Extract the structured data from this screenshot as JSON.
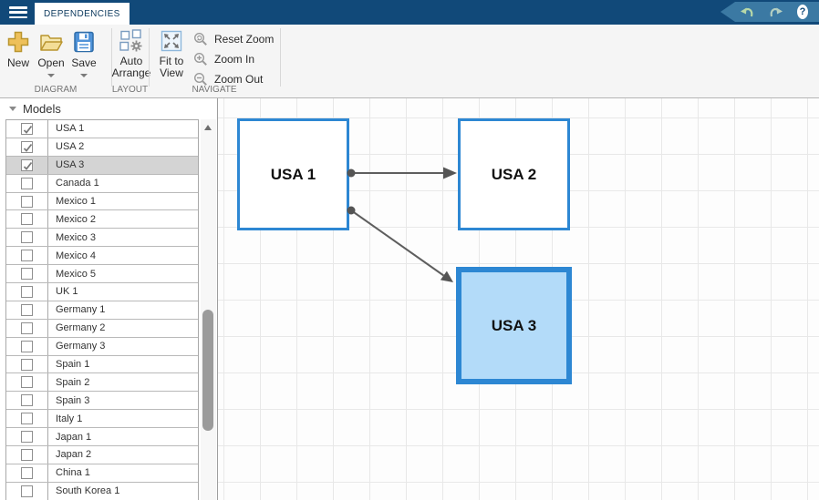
{
  "window": {
    "tab_label": "DEPENDENCIES"
  },
  "quick_access": {
    "undo_icon": "undo-icon",
    "redo_icon": "redo-icon",
    "help_label": "?"
  },
  "toolbar": {
    "sections": [
      {
        "label": "DIAGRAM"
      },
      {
        "label": "LAYOUT"
      },
      {
        "label": "NAVIGATE"
      }
    ],
    "buttons": {
      "new": "New",
      "open": "Open",
      "save": "Save",
      "auto_arrange": "Auto Arrange",
      "fit_to_view": "Fit to View",
      "reset_zoom": "Reset Zoom",
      "zoom_in": "Zoom In",
      "zoom_out": "Zoom Out"
    }
  },
  "sidebar": {
    "title": "Models",
    "items": [
      {
        "label": "USA 1",
        "checked": true,
        "selected": false
      },
      {
        "label": "USA 2",
        "checked": true,
        "selected": false
      },
      {
        "label": "USA 3",
        "checked": true,
        "selected": true
      },
      {
        "label": "Canada 1",
        "checked": false,
        "selected": false
      },
      {
        "label": "Mexico 1",
        "checked": false,
        "selected": false
      },
      {
        "label": "Mexico 2",
        "checked": false,
        "selected": false
      },
      {
        "label": "Mexico 3",
        "checked": false,
        "selected": false
      },
      {
        "label": "Mexico 4",
        "checked": false,
        "selected": false
      },
      {
        "label": "Mexico 5",
        "checked": false,
        "selected": false
      },
      {
        "label": "UK 1",
        "checked": false,
        "selected": false
      },
      {
        "label": "Germany 1",
        "checked": false,
        "selected": false
      },
      {
        "label": "Germany 2",
        "checked": false,
        "selected": false
      },
      {
        "label": "Germany 3",
        "checked": false,
        "selected": false
      },
      {
        "label": "Spain 1",
        "checked": false,
        "selected": false
      },
      {
        "label": "Spain 2",
        "checked": false,
        "selected": false
      },
      {
        "label": "Spain 3",
        "checked": false,
        "selected": false
      },
      {
        "label": "Italy 1",
        "checked": false,
        "selected": false
      },
      {
        "label": "Japan 1",
        "checked": false,
        "selected": false
      },
      {
        "label": "Japan 2",
        "checked": false,
        "selected": false
      },
      {
        "label": "China 1",
        "checked": false,
        "selected": false
      },
      {
        "label": "South Korea 1",
        "checked": false,
        "selected": false
      }
    ]
  },
  "canvas": {
    "nodes": [
      {
        "label": "USA 1",
        "selected": false
      },
      {
        "label": "USA 2",
        "selected": false
      },
      {
        "label": "USA 3",
        "selected": true
      }
    ],
    "edges": [
      {
        "from": "USA 1",
        "to": "USA 2"
      },
      {
        "from": "USA 1",
        "to": "USA 3"
      }
    ]
  },
  "colors": {
    "topbar": "#114979",
    "banner": "#3b79a3",
    "accent_blue": "#2d87d3",
    "node_selected_fill": "#b3dbf9",
    "edge": "#5e5e5e"
  }
}
